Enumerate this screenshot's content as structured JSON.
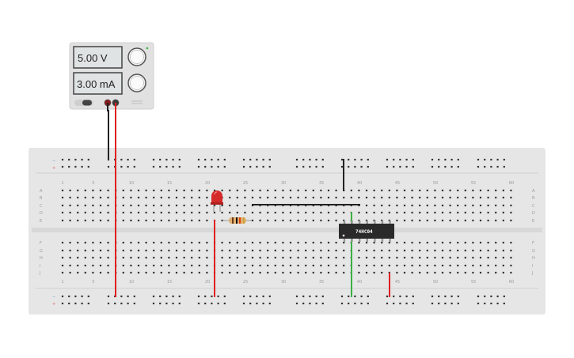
{
  "power_supply": {
    "voltage_display": "5.00 V",
    "current_display": "3.00 mA",
    "knob_voltage_icon": "dial-knob",
    "knob_current_icon": "dial-knob",
    "colors": {
      "body": "#e1e1e1",
      "display_bg": "#dfe3e3",
      "terminal_pos": "#b52020",
      "terminal_neg": "#333333"
    }
  },
  "breadboard": {
    "column_numbers": [
      "1",
      "5",
      "10",
      "15",
      "20",
      "25",
      "30",
      "35",
      "40",
      "45",
      "50",
      "55",
      "60"
    ],
    "row_labels_top": [
      "A",
      "B",
      "C",
      "D",
      "E"
    ],
    "row_labels_bottom": [
      "F",
      "G",
      "H",
      "I",
      "J"
    ],
    "rail_plus": "+",
    "rail_minus": "−",
    "colors": {
      "board": "#e6e6e6",
      "hole": "#333333",
      "rail_red": "#e05555",
      "rail_blue": "#6a8fd0"
    }
  },
  "components": {
    "ic_label": "74HC04",
    "led_color": "#d42a2a",
    "resistor_icon": "resistor",
    "wire_colors": {
      "red": "#e02020",
      "black": "#222222",
      "green": "#3cb043"
    }
  }
}
